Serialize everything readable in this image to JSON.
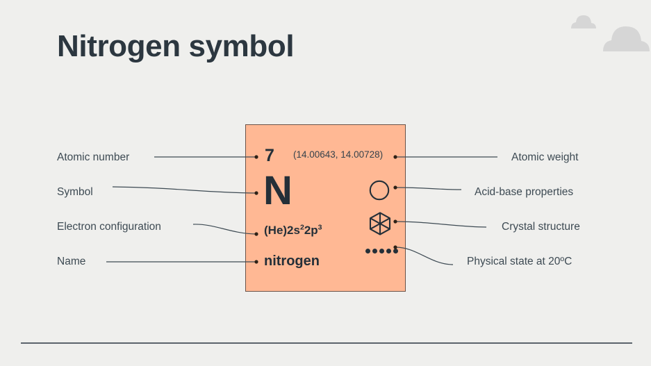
{
  "slide": {
    "title": "Nitrogen symbol",
    "background_color": "#efefed",
    "accent_color": "#ffb894",
    "text_color": "#2c3740"
  },
  "decorations": {
    "cloud_color": "#d6d6d6",
    "clouds": [
      "cloud-small",
      "cloud-large"
    ],
    "footer_rule_color": "#5b636b"
  },
  "element_card": {
    "background_color": "#ffb894",
    "border_color": "#6a5348",
    "atomic_number": "7",
    "atomic_weight": "(14.00643, 14.00728)",
    "symbol": "N",
    "electron_configuration_base1": "(He)2s",
    "electron_configuration_sup1": "2",
    "electron_configuration_base2": "2p",
    "electron_configuration_sup2": "3",
    "electron_configuration_full": "(He)2s2 2p3",
    "name": "nitrogen",
    "icons": {
      "acid_base": "circle-icon",
      "crystal_structure": "hexagon-crystal-icon",
      "physical_state": "five-dots-gas-icon",
      "physical_state_dot_count": 5
    }
  },
  "callouts": {
    "left": [
      {
        "label": "Atomic number",
        "target": "atomic-number"
      },
      {
        "label": "Symbol",
        "target": "element-symbol"
      },
      {
        "label": "Electron configuration",
        "target": "electron-configuration"
      },
      {
        "label": "Name",
        "target": "element-name"
      }
    ],
    "right": [
      {
        "label": "Atomic weight",
        "target": "atomic-weight-value"
      },
      {
        "label": "Acid-base properties",
        "target": "acid-base-icon"
      },
      {
        "label": "Crystal structure",
        "target": "crystal-structure-icon"
      },
      {
        "label": "Physical state at 20ºC",
        "target": "physical-state-icon"
      }
    ]
  }
}
